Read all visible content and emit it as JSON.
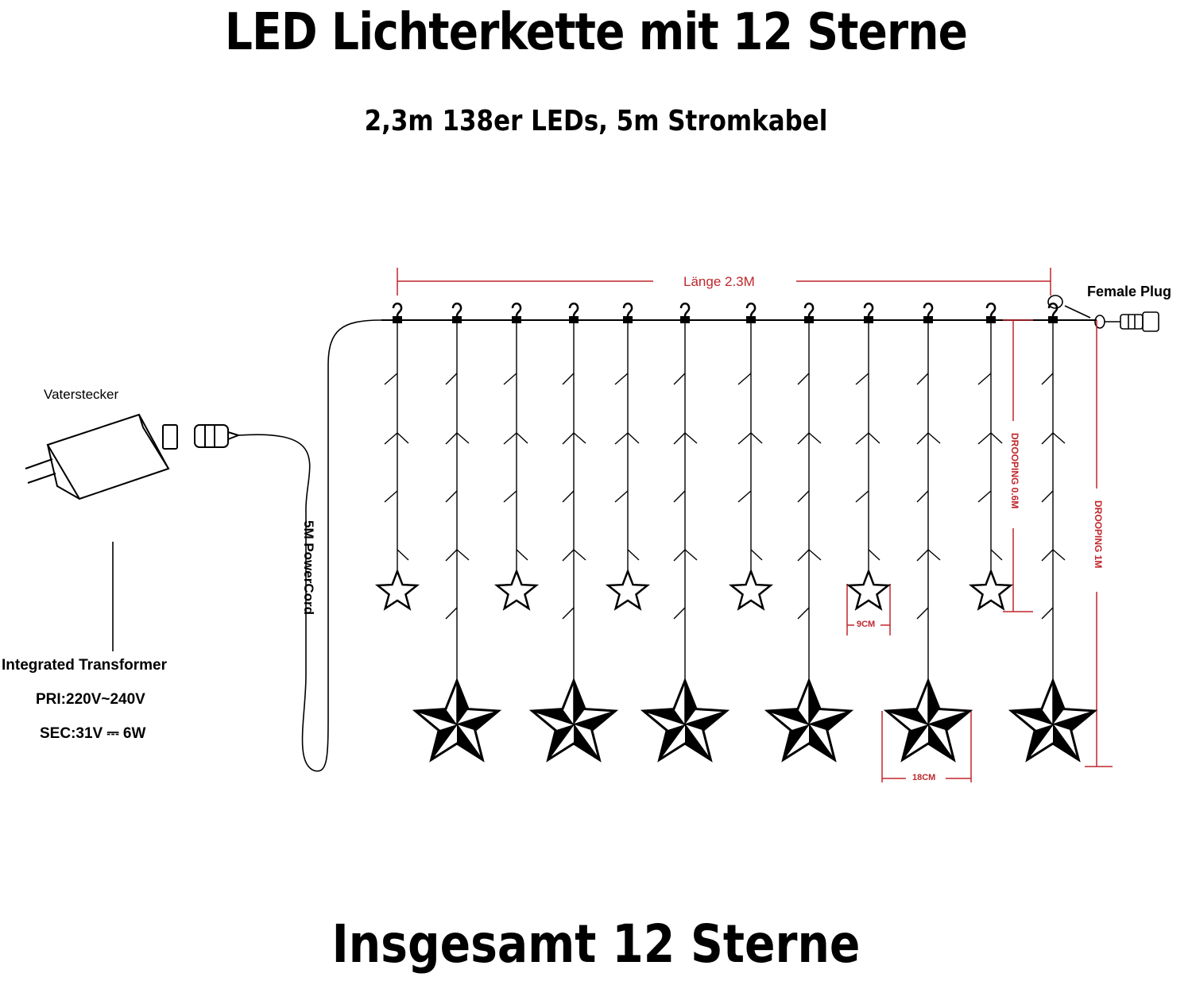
{
  "title": "LED Lichterkette mit 12 Sterne",
  "subtitle": "2,3m 138er LEDs, 5m Stromkabel",
  "bottom_title": "Insgesamt 12 Sterne",
  "labels": {
    "length": "Länge 2.3M",
    "female_plug": "Female Plug",
    "male_plug": "Vaterstecker",
    "power_cord": "5M PowerCord",
    "transformer": "Integrated Transformer",
    "primary": "PRI:220V~240V",
    "secondary": "SEC:31V ⎓ 6W",
    "drooping_short": "DROOPING 0.6M",
    "drooping_long": "DROOPING 1M",
    "small_star_size": "9CM",
    "big_star_size": "18CM"
  },
  "strands": {
    "count": 12,
    "small_stars": 6,
    "big_stars": 6
  },
  "colors": {
    "line": "#000000",
    "dimension": "#c0262c"
  }
}
